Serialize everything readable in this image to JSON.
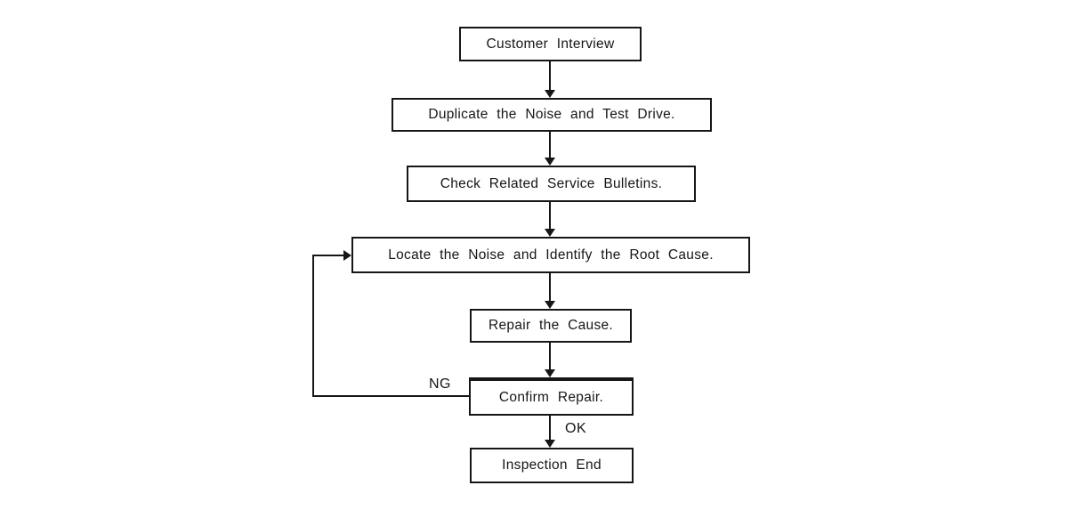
{
  "diagram": {
    "type": "flowchart",
    "nodes": [
      {
        "id": "customer-interview",
        "label": "Customer Interview"
      },
      {
        "id": "duplicate-noise",
        "label": "Duplicate the Noise and Test Drive."
      },
      {
        "id": "check-bulletins",
        "label": "Check Related Service Bulletins."
      },
      {
        "id": "locate-noise",
        "label": "Locate the Noise and Identify the Root Cause."
      },
      {
        "id": "repair-cause",
        "label": "Repair the Cause."
      },
      {
        "id": "confirm-repair",
        "label": "Confirm Repair."
      },
      {
        "id": "inspection-end",
        "label": "Inspection End"
      }
    ],
    "edges": [
      {
        "from": "customer-interview",
        "to": "duplicate-noise"
      },
      {
        "from": "duplicate-noise",
        "to": "check-bulletins"
      },
      {
        "from": "check-bulletins",
        "to": "locate-noise"
      },
      {
        "from": "locate-noise",
        "to": "repair-cause"
      },
      {
        "from": "repair-cause",
        "to": "confirm-repair"
      },
      {
        "from": "confirm-repair",
        "to": "inspection-end",
        "label": "OK"
      },
      {
        "from": "confirm-repair",
        "to": "locate-noise",
        "label": "NG"
      }
    ],
    "edge_labels": {
      "ng": "NG",
      "ok": "OK"
    },
    "colors": {
      "line": "#161616",
      "box_background": "#ffffff",
      "page_background": "#ffffff"
    }
  }
}
